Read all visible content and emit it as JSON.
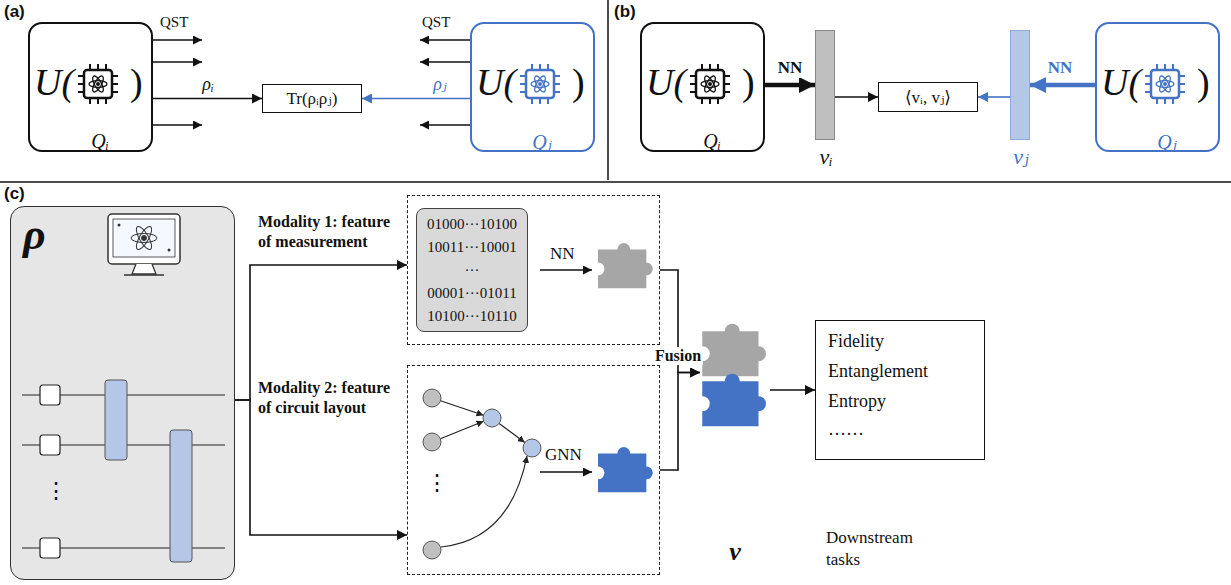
{
  "diagram": {
    "nodes": [
      {
        "text": [
          "U(",
          ")",
          "Qᵢ"
        ]
      },
      {
        "text": [
          "Tr(ρᵢρⱼ)"
        ]
      },
      {
        "text": [
          "U(",
          ")",
          "Qⱼ"
        ]
      },
      {
        "text": [
          "U(",
          ")",
          "Qᵢ"
        ]
      },
      {
        "text": [
          "vᵢ"
        ]
      },
      {
        "text": [
          "⟨vᵢ, vⱼ⟩"
        ]
      },
      {
        "text": [
          "vⱼ"
        ]
      },
      {
        "text": [
          "U(",
          ")",
          "Qⱼ"
        ]
      },
      {
        "text": [
          "ρ"
        ]
      },
      {
        "text": [
          "Modality 1: feature of measurement"
        ]
      },
      {
        "text": [
          "01000···10100",
          "10011···10001",
          "···",
          "00001···01011",
          "10100···10110"
        ],
        "in": 9
      },
      {
        "text": [
          "Modality 2: feature of circuit layout"
        ]
      },
      {
        "text": [
          "v"
        ]
      },
      {
        "text": [
          "Fidelity",
          "Entanglement",
          "Entropy",
          "……",
          "Downstream tasks"
        ]
      }
    ],
    "edges": [
      {
        "from": 0,
        "to": 1,
        "arrow": "to",
        "label": "ρᵢ"
      },
      {
        "from": 2,
        "to": 1,
        "arrow": "to",
        "label": "ρⱼ"
      },
      {
        "from": 3,
        "to": 4,
        "arrow": "to",
        "label": "NN"
      },
      {
        "from": 4,
        "to": 5,
        "arrow": "to"
      },
      {
        "from": 6,
        "to": 5,
        "arrow": "to"
      },
      {
        "from": 7,
        "to": 6,
        "arrow": "to",
        "label": "NN"
      },
      {
        "from": 8,
        "to": 9,
        "arrow": "to"
      },
      {
        "from": 8,
        "to": 11,
        "arrow": "to"
      },
      {
        "from": 9,
        "to": 12,
        "arrow": "to",
        "label": "Fusion"
      },
      {
        "from": 11,
        "to": 12,
        "arrow": "to"
      },
      {
        "from": 12,
        "to": 13,
        "arrow": "to"
      }
    ],
    "labels": [
      "(a)",
      "QST",
      "QST",
      "(b)",
      "(c)",
      "⋮",
      "NN",
      "⋮",
      "GNN"
    ]
  }
}
